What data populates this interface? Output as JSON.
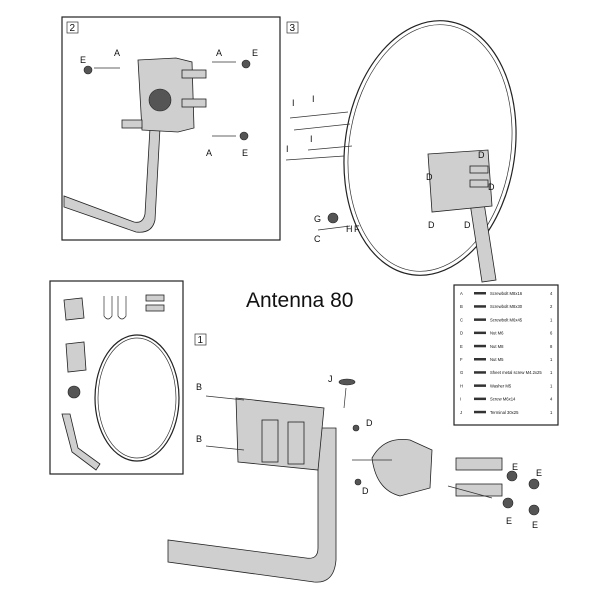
{
  "title": "Antenna 80",
  "steps": {
    "s1": "1",
    "s2": "2",
    "s3": "3"
  },
  "callouts": {
    "A": "A",
    "B": "B",
    "C": "C",
    "D": "D",
    "E": "E",
    "F": "F",
    "G": "G",
    "H": "H",
    "I": "I",
    "J": "J"
  },
  "parts_table": {
    "rows": [
      {
        "key": "A",
        "desc": "Screwbolt M8x16",
        "qty": "4"
      },
      {
        "key": "B",
        "desc": "Screwbolt M8x30",
        "qty": "2"
      },
      {
        "key": "C",
        "desc": "Screwbolt M6x45",
        "qty": "1"
      },
      {
        "key": "D",
        "desc": "Nut M6",
        "qty": "6"
      },
      {
        "key": "E",
        "desc": "Nut M8",
        "qty": "8"
      },
      {
        "key": "F",
        "desc": "Nut M5",
        "qty": "1"
      },
      {
        "key": "G",
        "desc": "Sheet metal screw M4.2x25",
        "qty": "1"
      },
      {
        "key": "H",
        "desc": "Washer M5",
        "qty": "1"
      },
      {
        "key": "I",
        "desc": "Screw M6x14",
        "qty": "4"
      },
      {
        "key": "J",
        "desc": "Terminal 30x25",
        "qty": "1"
      }
    ]
  }
}
